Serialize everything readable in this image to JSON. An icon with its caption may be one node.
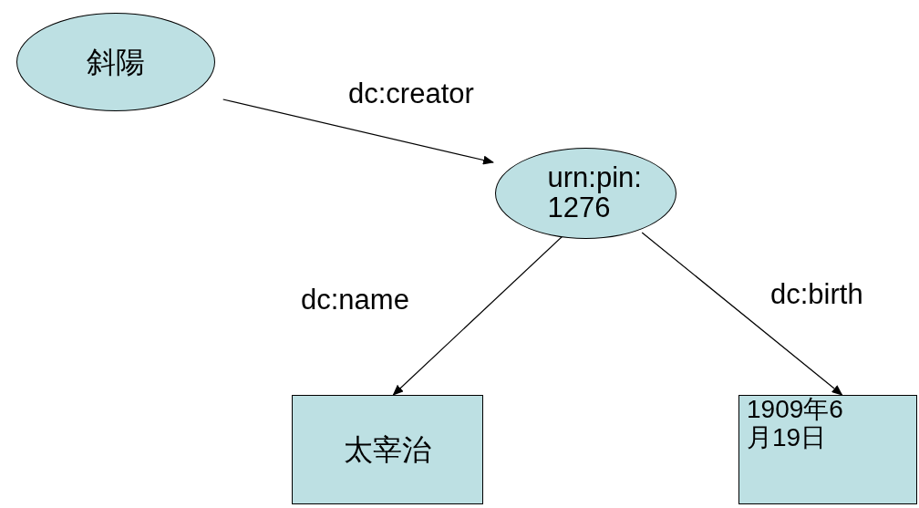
{
  "diagram": {
    "nodes": [
      {
        "text": [
          "斜陽"
        ]
      },
      {
        "text": [
          "urn:pin: 1276"
        ]
      },
      {
        "text": [
          "太宰治"
        ]
      },
      {
        "text": [
          "1909年6月19日"
        ]
      }
    ],
    "edges": [
      {
        "from": 0,
        "to": 1,
        "arrow": "to",
        "label": "dc:creator"
      },
      {
        "from": 1,
        "to": 2,
        "arrow": "to",
        "label": "dc:name"
      },
      {
        "from": 1,
        "to": 3,
        "arrow": "to",
        "label": "dc:birth"
      }
    ]
  }
}
